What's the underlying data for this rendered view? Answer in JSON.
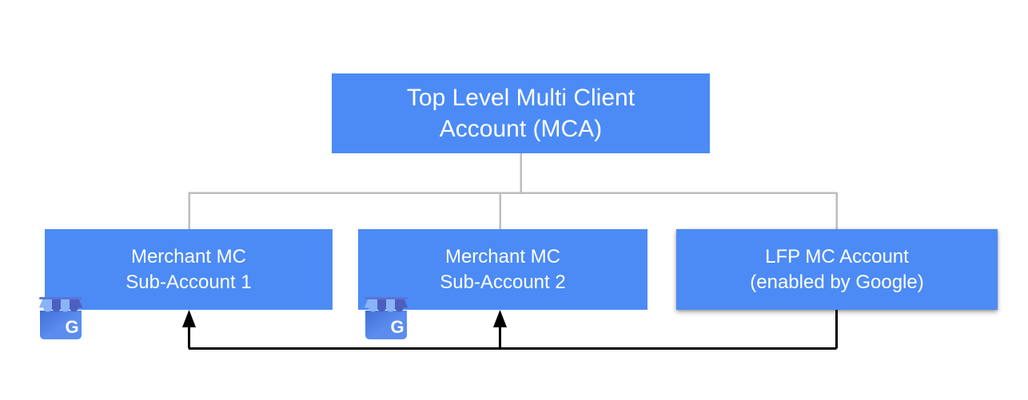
{
  "diagram": {
    "title_text": "Top Level Multi Client Account (MCA)",
    "nodes": {
      "top": {
        "label": "Top Level Multi Client\nAccount (MCA)",
        "name": "top-level-mca-node"
      },
      "sub1": {
        "label": "Merchant MC\nSub-Account 1",
        "name": "merchant-mc-sub-account-1-node"
      },
      "sub2": {
        "label": "Merchant MC\nSub-Account 2",
        "name": "merchant-mc-sub-account-2-node"
      },
      "lfp": {
        "label": "LFP MC Account\n(enabled by Google)",
        "name": "lfp-mc-account-node"
      }
    },
    "icons": {
      "gbp_1": "google-business-profile-storefront-icon",
      "gbp_2": "google-business-profile-storefront-icon",
      "gbp_letter": "G"
    },
    "colors": {
      "node_fill": "#4C8BF5",
      "node_text": "#FFFFFF",
      "tree_connector": "#BDBDBD",
      "flow_arrow": "#000000",
      "background": "#FFFFFF",
      "storefront_awning_light": "#8AB4F8",
      "storefront_awning_dark": "#4C5FBF",
      "storefront_body": "#5A8DEE"
    },
    "connectors": {
      "tree": [
        {
          "name": "mca-to-branch-bus",
          "from": "top",
          "to": "branch-bus"
        },
        {
          "name": "branch-to-sub1",
          "from": "branch-bus",
          "to": "sub1"
        },
        {
          "name": "branch-to-sub2",
          "from": "branch-bus",
          "to": "sub2"
        },
        {
          "name": "branch-to-lfp",
          "from": "branch-bus",
          "to": "lfp"
        }
      ],
      "flow": [
        {
          "name": "lfp-to-sub1-arrow",
          "from": "lfp",
          "to": "sub1",
          "arrowhead": "up"
        },
        {
          "name": "lfp-to-sub2-arrow",
          "from": "lfp",
          "to": "sub2",
          "arrowhead": "up"
        }
      ]
    }
  }
}
